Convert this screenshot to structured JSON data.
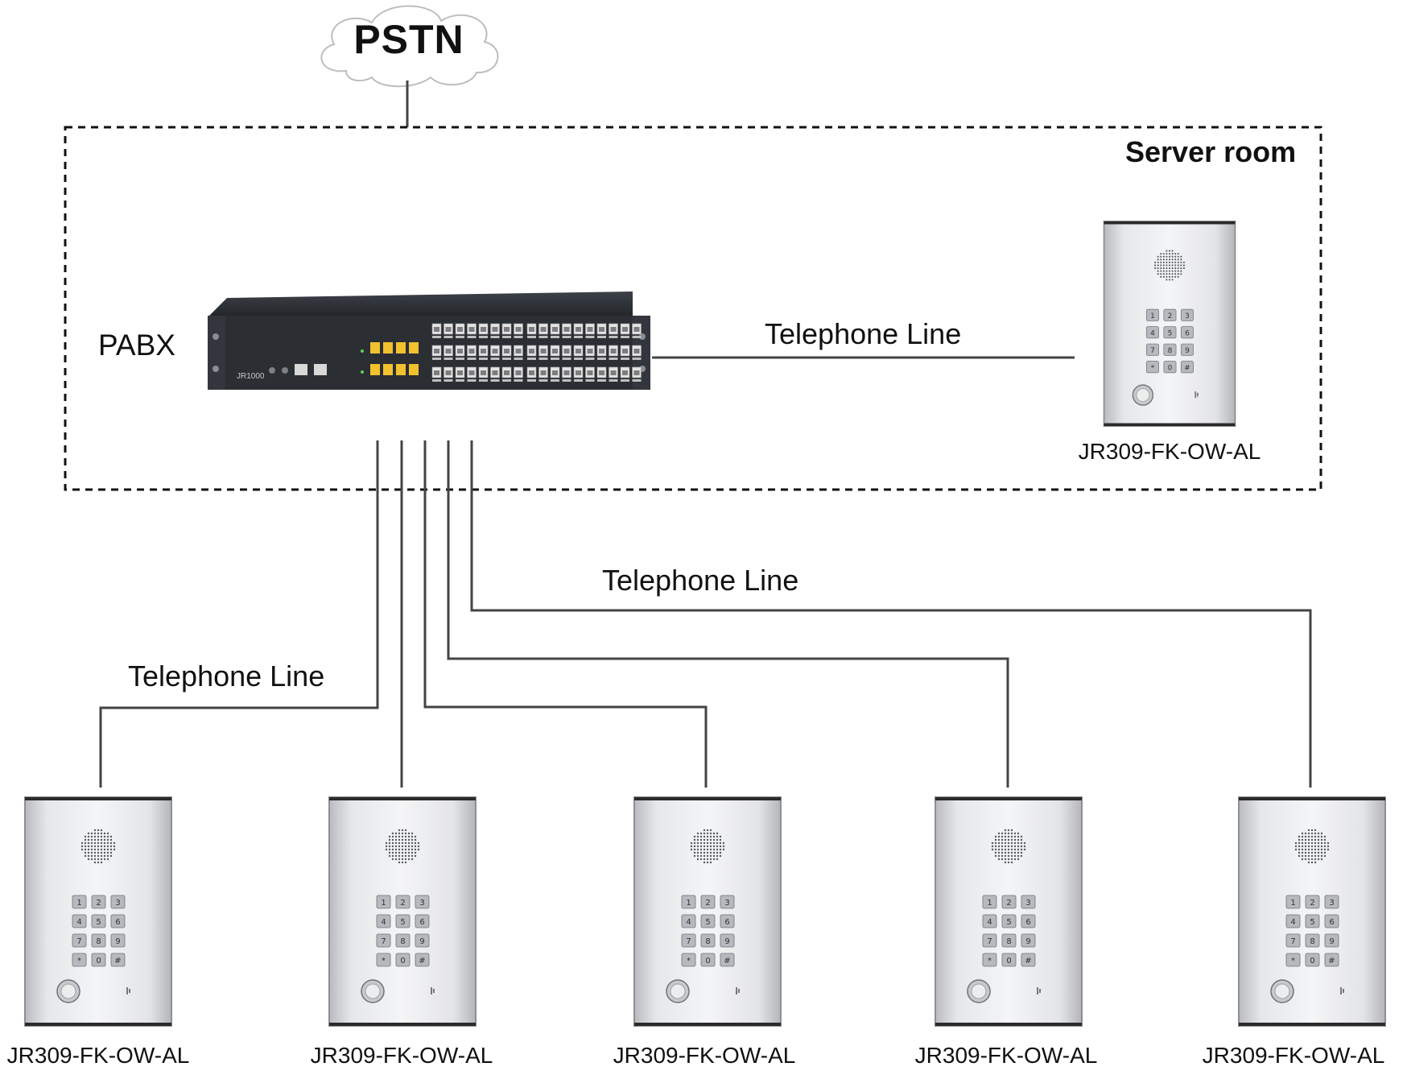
{
  "cloud": {
    "label": "PSTN"
  },
  "zone": {
    "label": "Server room"
  },
  "pabx": {
    "label": "PABX",
    "model_text": "JR1000"
  },
  "links": {
    "server_room_line": "Telephone Line",
    "right_group_line": "Telephone Line",
    "left_group_line": "Telephone Line"
  },
  "phones": {
    "server_room": {
      "model": "JR309-FK-OW-AL"
    },
    "field": [
      {
        "model": "JR309-FK-OW-AL"
      },
      {
        "model": "JR309-FK-OW-AL"
      },
      {
        "model": "JR309-FK-OW-AL"
      },
      {
        "model": "JR309-FK-OW-AL"
      },
      {
        "model": "JR309-FK-OW-AL"
      }
    ]
  },
  "keypad_keys": [
    "1",
    "2",
    "3",
    "4",
    "5",
    "6",
    "7",
    "8",
    "9",
    "*",
    "0",
    "#"
  ],
  "colors": {
    "line": "#444444",
    "rj_port_yellow": "#f2c12e",
    "panel_dark": "#2b2e33",
    "steel": "#d9dadc"
  }
}
